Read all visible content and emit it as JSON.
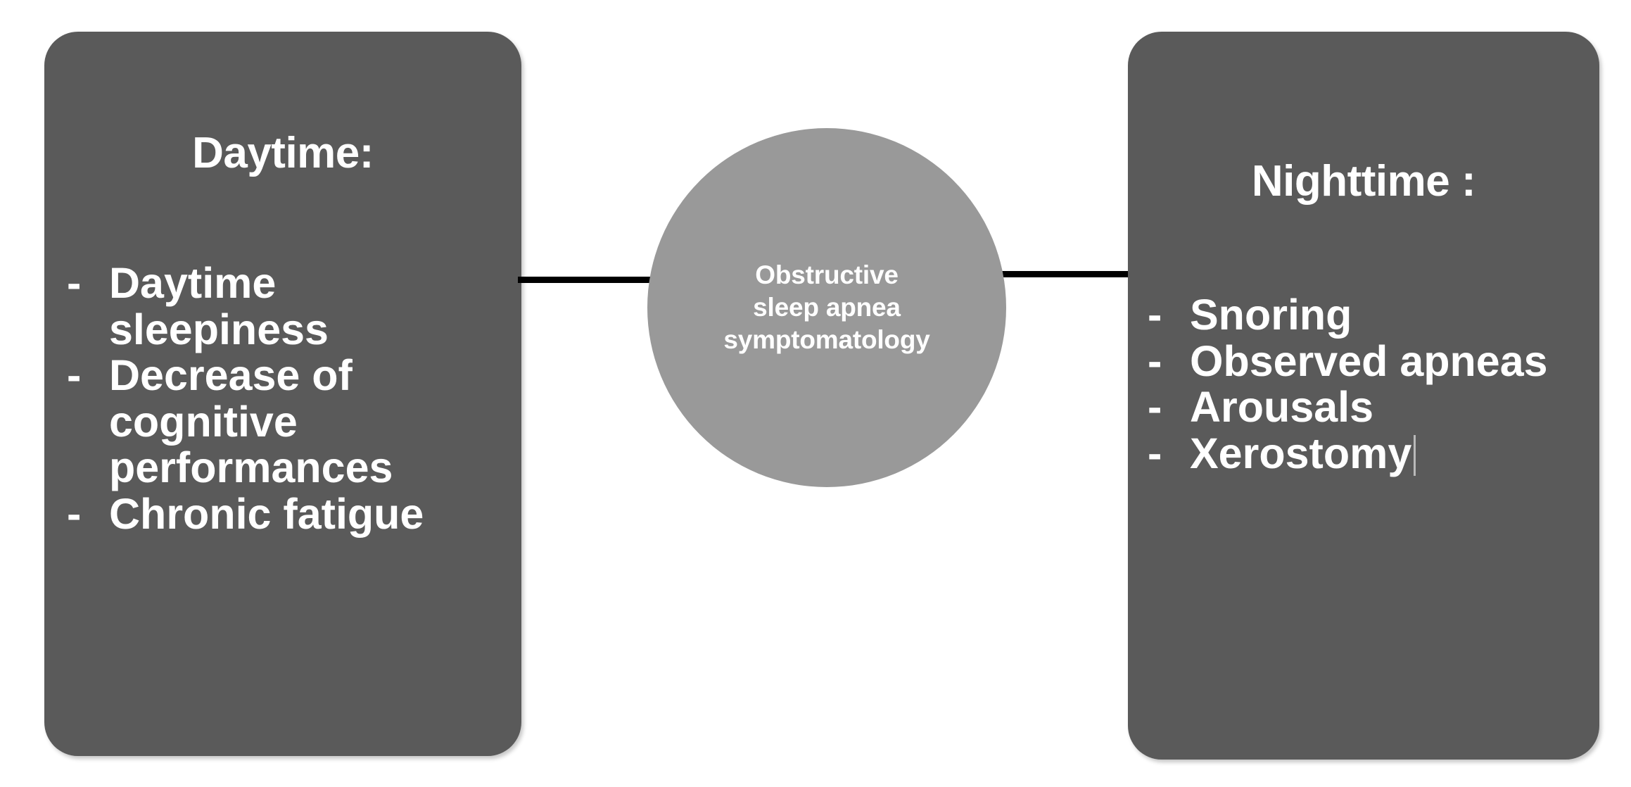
{
  "diagram": {
    "type": "concept-map",
    "colors": {
      "panel_fill": "#5a5a5a",
      "hub_fill": "#999999",
      "connector": "#000000",
      "text": "#ffffff",
      "background": "#ffffff"
    },
    "hub": {
      "label": "Obstructive\nsleep apnea\nsymptomatology",
      "line1": "Obstructive",
      "line2": "sleep apnea",
      "line3": "symptomatology"
    },
    "connectors": [
      {
        "name": "left-connector",
        "from": "hub",
        "to": "daytime-panel"
      },
      {
        "name": "right-connector",
        "from": "hub",
        "to": "nighttime-panel"
      }
    ],
    "panels": [
      {
        "id": "daytime",
        "title": "Daytime:",
        "bullets": [
          {
            "dash": "-",
            "text": "Daytime sleepiness"
          },
          {
            "dash": "-",
            "text": "Decrease of cognitive performances"
          },
          {
            "dash": "-",
            "text": "Chronic fatigue"
          }
        ]
      },
      {
        "id": "nighttime",
        "title": "Nighttime :",
        "bullets": [
          {
            "dash": "-",
            "text": "Snoring"
          },
          {
            "dash": "-",
            "text": "Observed apneas"
          },
          {
            "dash": "-",
            "text": "Arousals"
          },
          {
            "dash": "-",
            "text": "Xerostomy"
          }
        ]
      }
    ]
  }
}
